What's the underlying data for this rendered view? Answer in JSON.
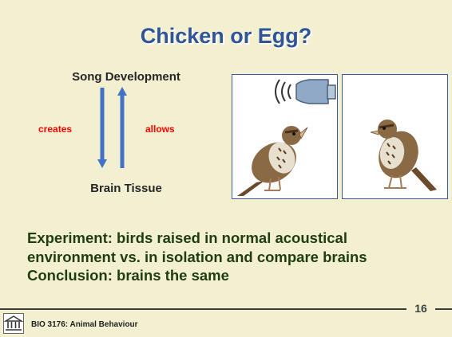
{
  "slide": {
    "title": "Chicken or Egg?",
    "diagram": {
      "top_label": "Song Development",
      "bottom_label": "Brain Tissue",
      "left_label": "creates",
      "right_label": "allows"
    },
    "body": {
      "line1": "Experiment: birds raised in normal acoustical",
      "line2": "environment vs. in isolation and compare brains",
      "line3": "Conclusion: brains the same"
    },
    "footer": {
      "course": "BIO 3176: Animal Behaviour",
      "page_number": "16"
    },
    "colors": {
      "title": "#2f5597",
      "arrow": "#4472c4",
      "relation_labels": "#ff0000",
      "body_text": "#1f3d0f",
      "background": "#f3f0d2"
    }
  }
}
